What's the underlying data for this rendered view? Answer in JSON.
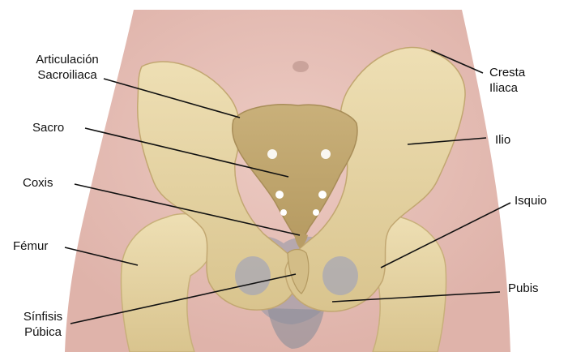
{
  "diagram": {
    "labels": {
      "articulacion": [
        "Articulación",
        "Sacroiliaca"
      ],
      "sacro": "Sacro",
      "coxis": "Coxis",
      "femur": "Fémur",
      "sinfisis": [
        "Sínfisis",
        "Púbica"
      ],
      "cresta": [
        "Cresta",
        "Iliaca"
      ],
      "ilio": "Ilio",
      "isquio": "Isquio",
      "pubis": "Pubis"
    },
    "colors": {
      "skin": "#e8c4bc",
      "skin_dark": "#dcaea6",
      "bone": "#e6d4a4",
      "bone_shadow": "#b89d66",
      "organ": "#9a9ba6",
      "leader": "#111111",
      "background": "#ffffff"
    }
  }
}
